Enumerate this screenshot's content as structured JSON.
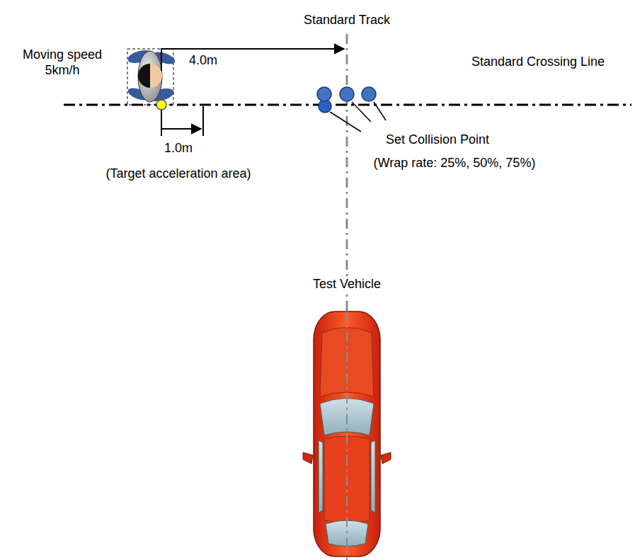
{
  "diagram": {
    "labels": [
      "Standard Track",
      "Moving speed 5km/h",
      "4.0m",
      "Standard Crossing Line",
      "Set Collision Point",
      "(Wrap rate: 25%, 50%, 75%)",
      "1.0m",
      "(Target acceleration area)",
      "Test Vehicle"
    ]
  }
}
